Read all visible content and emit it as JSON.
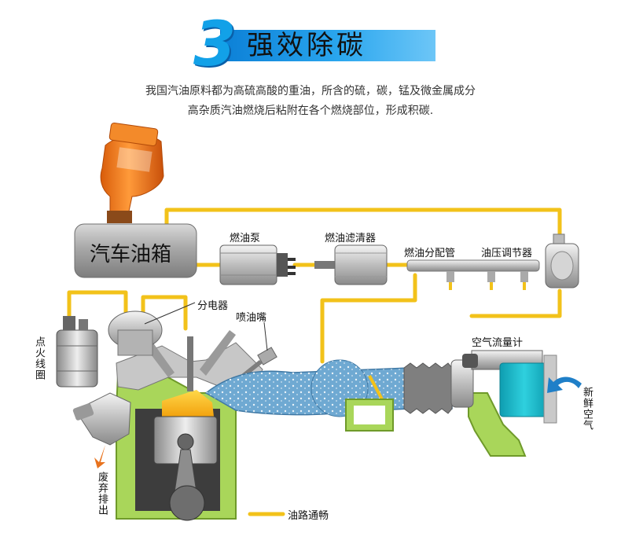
{
  "header": {
    "number": "3",
    "title": "强效除碳",
    "intro_line1": "我国汽油原料都为高硫高酸的重油，所含的硫，碳，锰及微金属成分",
    "intro_line2": "高杂质汽油燃烧后粘附在各个燃烧部位，形成积碳."
  },
  "labels": {
    "fuel_tank": "汽车油箱",
    "fuel_pump": "燃油泵",
    "fuel_filter": "燃油滤清器",
    "fuel_rail": "燃油分配管",
    "pressure_regulator": "油压调节器",
    "distributor": "分电器",
    "injector": "喷油嘴",
    "ignition_coil": "点火线圈",
    "air_flow_meter": "空气流量计",
    "fresh_air": "新鲜空气",
    "exhaust": "废弃排出",
    "legend_text": "油路通畅"
  },
  "colors": {
    "fuel_line": "#f2c21a",
    "title_blue": "#1aa0e8",
    "engine_green": "#a9d65a",
    "intake_blue": "#6fa9d2",
    "meter_cyan": "#16b7c8",
    "air_arrow": "#1f7fc8",
    "exhaust_arrow": "#e8731e",
    "bottle_orange": "#f07a1a"
  },
  "icons": {
    "bottle": "fuel-additive-bottle-icon",
    "fresh_air_arrow": "arrow-curved-left-icon",
    "exhaust_arrow": "arrow-down-icon"
  }
}
